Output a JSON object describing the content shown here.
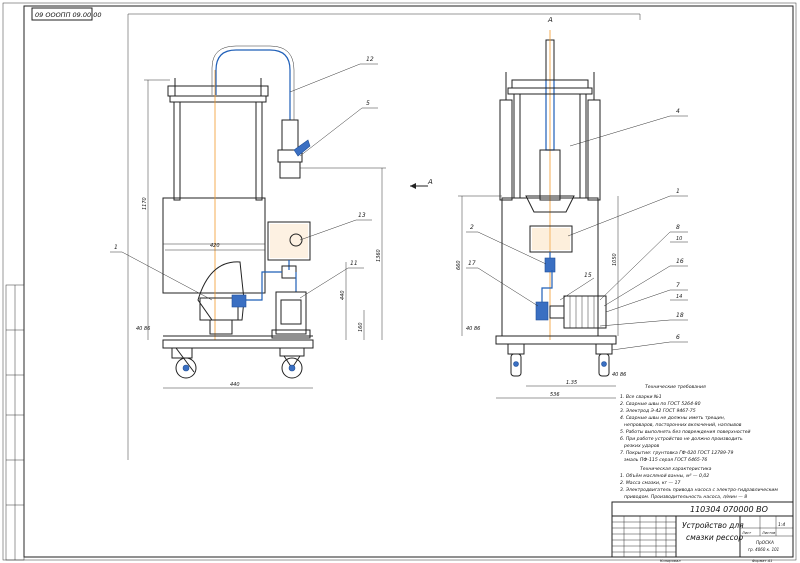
{
  "drawing": {
    "top_code": "09 ОООПП 09.00.00",
    "view_label": "А",
    "arrow_label": "А",
    "leaders_left": [
      "12",
      "5",
      "13",
      "11",
      "1"
    ],
    "leaders_right": [
      "4",
      "1",
      "2",
      "8",
      "10",
      "17",
      "15",
      "16",
      "7",
      "14",
      "18",
      "6"
    ],
    "dims_left": [
      "1170",
      "420",
      "1360",
      "440",
      "160",
      "440",
      "40 86"
    ],
    "dims_right": [
      "1050",
      "660",
      "1.35",
      "536",
      "40 86",
      "40 86"
    ],
    "notes_title": "Технические требования",
    "notes": [
      "1. Все сварки №1",
      "2. Сварные швы по ГОСТ 5264-80",
      "3. Электрод Э-42 ГОСТ 9467-75",
      "4. Сварные швы не должны иметь трещин,",
      "непроваров, посторонних включений, наплывов",
      "5. Работы выполнять без повреждения поверхностей",
      "6. При работе устройство не должно производить",
      "резких ударов",
      "7. Покрытие: грунтовка ГФ-020 ГОСТ 12789-79",
      "эмаль ПФ-115 серая ГОСТ 6465-76"
    ],
    "spec_title": "Техническая характеристика",
    "spec": [
      "1. Объём масляной ванны, м³ — 0,02",
      "2. Масса смазки, кг — 17",
      "3. Электродвигатель привода насоса с электро-гидравлическим",
      "приводом. Производительность насоса, л/мин — 8"
    ]
  },
  "title_block": {
    "doc_number": "110304 070000 ВО",
    "name_line1": "Устройство для",
    "name_line2": "смазки рессор",
    "sheet": "Лист",
    "sheets": "Листов",
    "org_line1": "ПрОСКА",
    "org_line2": "гр. 4060 к. 101",
    "format": "Формат А1",
    "copy": "Копировал",
    "scale": "1:4"
  },
  "colors": {
    "line": "#222222",
    "pipe": "#1f5fb8",
    "axis": "#f19a2a"
  }
}
